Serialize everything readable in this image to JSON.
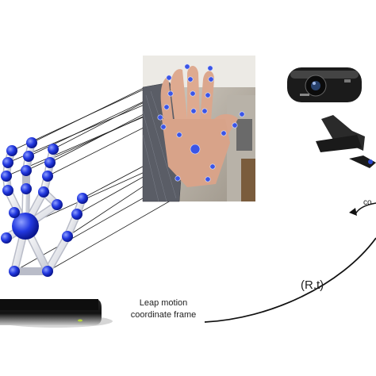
{
  "labels": {
    "leap_frame_line1": "Leap motion",
    "leap_frame_line2": "coordinate frame",
    "transform": "(R,t)",
    "camera_frame_partial": "co"
  },
  "icons": {
    "skeleton": "hand-skeleton-model-icon",
    "photo": "hand-photo-with-keypoints",
    "webcam": "webcam-icon",
    "leap": "leap-motion-sensor-icon"
  },
  "colors": {
    "joint_blue": "#1f35d9",
    "bone_white": "#f2f2f7",
    "connector_line": "#1a1a1a",
    "keypoint_blue": "#3b55e6"
  }
}
